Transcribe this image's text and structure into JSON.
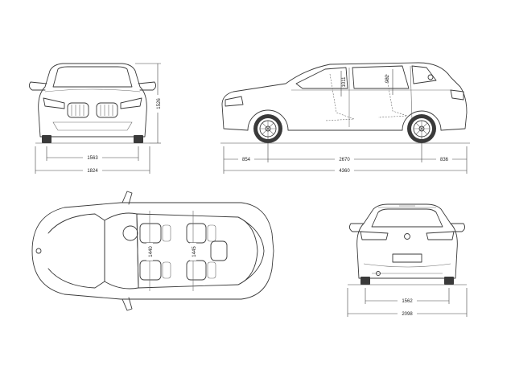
{
  "views": {
    "front": {
      "track_width": "1563",
      "overall_width": "1824",
      "height": "1526"
    },
    "side": {
      "front_overhang": "854",
      "wheelbase": "2670",
      "rear_overhang": "836",
      "overall_length": "4360",
      "front_headroom": "1011",
      "rear_headroom": "982"
    },
    "top": {
      "front_shoulder_width": "1440",
      "rear_shoulder_width": "1445"
    },
    "rear": {
      "track_width": "1562",
      "overall_width": "2098"
    }
  }
}
